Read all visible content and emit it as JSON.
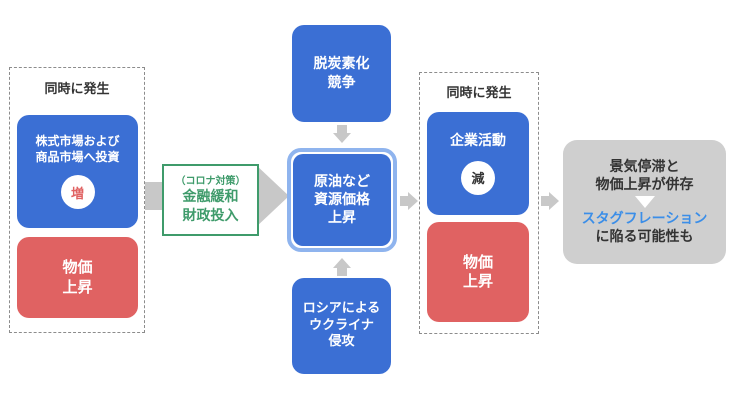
{
  "group_left": {
    "label": "同時に発生",
    "box_invest": {
      "line1": "株式市場および",
      "line2": "商品市場へ投資",
      "badge": "増"
    },
    "box_price": {
      "line1": "物価",
      "line2": "上昇"
    }
  },
  "policy_arrow": {
    "line1": "（コロナ対策）",
    "line2": "金融緩和",
    "line3": "財政投入"
  },
  "top_box": {
    "line1": "脱炭素化",
    "line2": "競争"
  },
  "center_box": {
    "line1": "原油など",
    "line2": "資源価格",
    "line3": "上昇"
  },
  "bottom_box": {
    "line1": "ロシアによる",
    "line2": "ウクライナ",
    "line3": "侵攻"
  },
  "group_right": {
    "label": "同時に発生",
    "box_business": {
      "line1": "企業活動",
      "badge": "減"
    },
    "box_price": {
      "line1": "物価",
      "line2": "上昇"
    }
  },
  "result_box": {
    "line1": "景気停滞と",
    "line2": "物価上昇が併存",
    "line3": "スタグフレーション",
    "line4": "に陥る可能性も"
  },
  "colors": {
    "blue": "#3b6fd4",
    "red": "#e06262",
    "green": "#3f9b6b",
    "highlight": "#3b8ee8",
    "gray": "#c8c8c8"
  }
}
